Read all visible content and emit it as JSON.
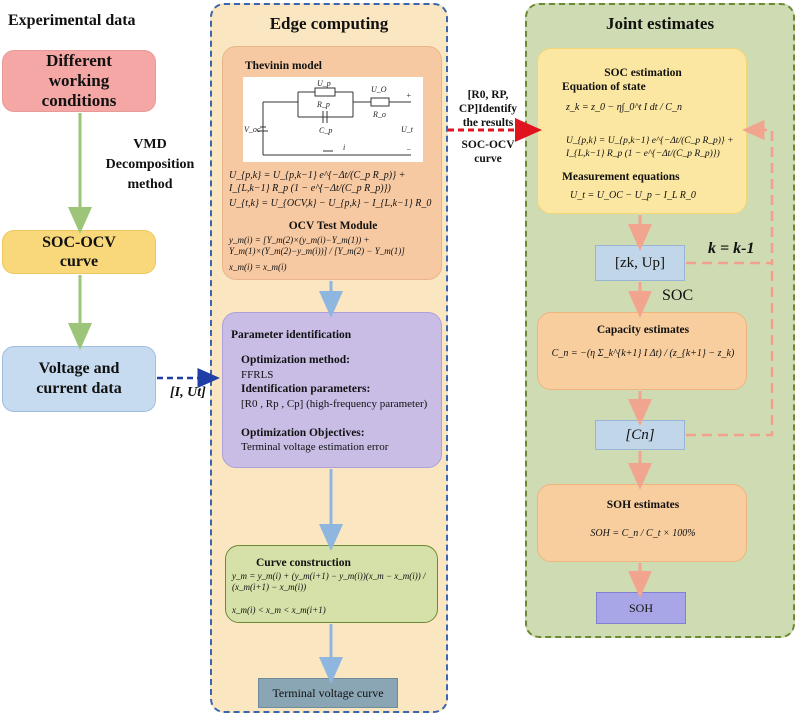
{
  "left": {
    "title": "Experimental data",
    "conditions": "Different working conditions",
    "vmd": "VMD Decomposition method",
    "soc_ocv": "SOC-OCV curve",
    "voltage": "Voltage and current data",
    "arrow_label": "[I, Ut]"
  },
  "edge": {
    "title": "Edge computing",
    "thevenin_title": "Thevinin model",
    "circuit": {
      "up": "U_p",
      "rp": "R_p",
      "cp": "C_p",
      "uo": "U_O",
      "ro": "R_o",
      "ut": "U_t",
      "voc": "V_oc",
      "i": "i",
      "plus": "+",
      "minus": "−"
    },
    "thevenin_eq1": "U_{p,k} = U_{p,k−1} e^{−Δt/(C_p R_p)} + I_{L,k−1} R_p (1 − e^{−Δt/(C_p R_p)})",
    "thevenin_eq2": "U_{t,k} = U_{OCV,k} − U_{p,k} − I_{L,k−1} R_0",
    "ocv_title": "OCV Test Module",
    "ocv_eq1": "y_m(i) = [Y_m(2)×(y_m(i)−Y_m(1)) + Y_m(1)×(Y_m(2)−y_m(i))] / [Y_m(2) − Y_m(1)]",
    "ocv_eq2": "x_m(i) = x_m(i)",
    "param_title": "Parameter identification",
    "opt_method_label": "Optimization method:",
    "opt_method": "FFRLS",
    "ident_label": "Identification parameters:",
    "ident_value": "[R0 , Rp , Cp] (high-frequency parameter)",
    "objective_label": "Optimization Objectives:",
    "objective": "Terminal voltage estimation error",
    "curve_title": "Curve construction",
    "curve_eq1": "y_m = y_m(i) + (y_m(i+1) − y_m(i))(x_m − x_m(i)) / (x_m(i+1) − x_m(i))",
    "curve_eq2": "x_m(i) < x_m < x_m(i+1)",
    "terminal": "Terminal voltage curve"
  },
  "bridge": {
    "params": "[R0, RP, CP]Identify the results",
    "curve": "SOC-OCV curve"
  },
  "joint": {
    "title": "Joint estimates",
    "soc_title": "SOC estimation",
    "state_label": "Equation of state",
    "state_eq1": "z_k = z_0 − η∫_0^t I dt / C_n",
    "state_eq2": "U_{p,k} = U_{p,k−1} e^{−Δt/(C_p R_p)} + I_{L,k−1} R_p (1 − e^{−Δt/(C_p R_p)})",
    "meas_label": "Measurement equations",
    "meas_eq": "U_t = U_OC − U_p − I_L R_0",
    "state_vec": "[zk, Up]",
    "soc": "SOC",
    "k_label": "k = k-1",
    "cap_title": "Capacity estimates",
    "cap_eq": "C_n = −(η Σ_k^{k+1} I Δt) / (z_{k+1} − z_k)",
    "cn": "[Cn]",
    "soh_title": "SOH estimates",
    "soh_eq": "SOH = C_n / C_t × 100%",
    "soh": "SOH"
  },
  "colors": {
    "green_arrow": "#9cc57a",
    "blue_arrow": "#8fb6df",
    "salmon_arrow": "#f2a58e",
    "dashed_blue": "#1f3fa6",
    "dashed_red": "#e0141e",
    "dashed_salmon": "#f0a08c"
  }
}
